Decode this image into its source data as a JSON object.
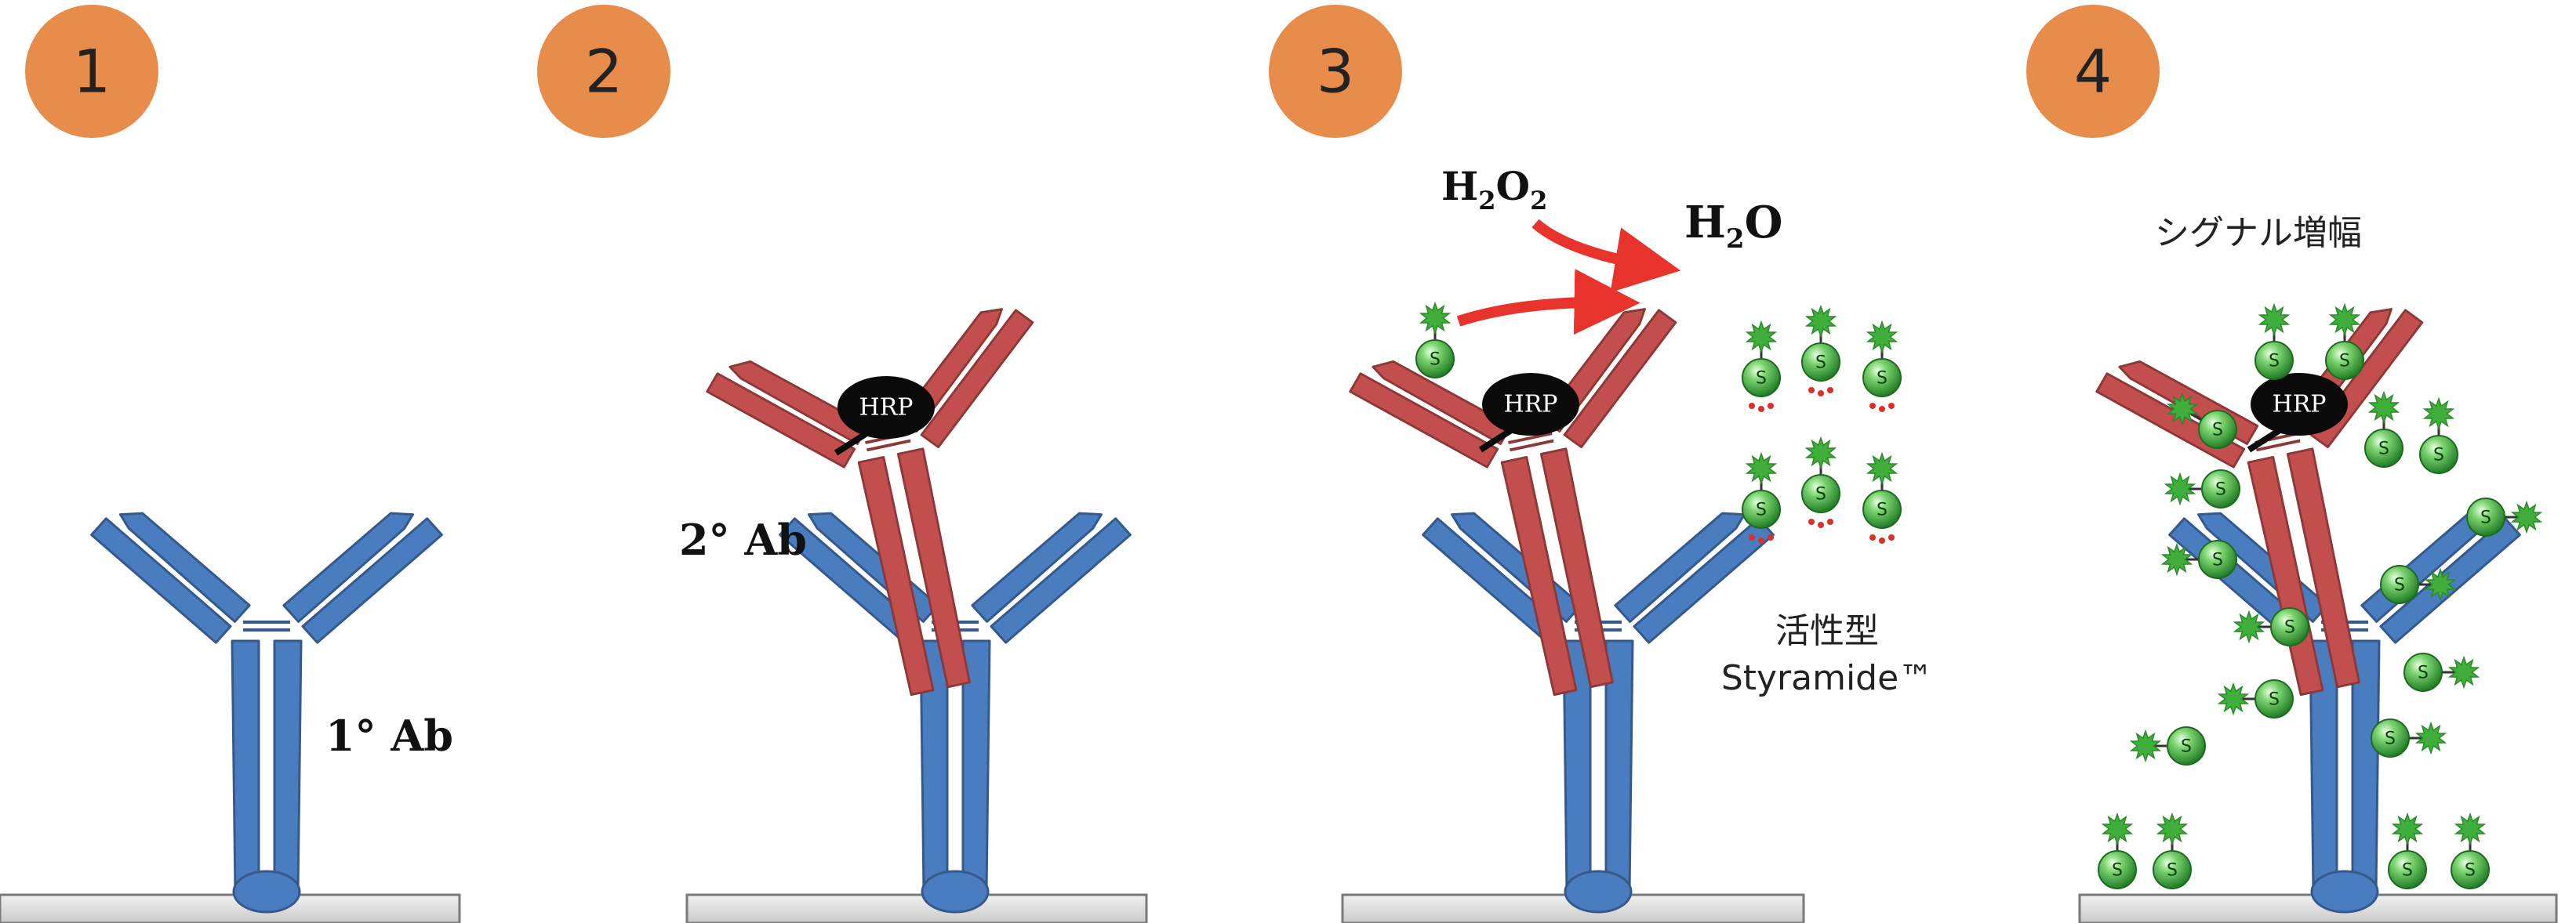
{
  "steps": [
    {
      "number": "1",
      "label": "1° Ab"
    },
    {
      "number": "2",
      "label": "2° Ab"
    },
    {
      "number": "3"
    },
    {
      "number": "4",
      "title": "シグナル増幅"
    }
  ],
  "reaction": {
    "reactant": {
      "base": "H",
      "sub1": "2",
      "mid": "O",
      "sub2": "2"
    },
    "product": {
      "base": "H",
      "sub1": "2",
      "mid": "O"
    }
  },
  "enzyme_label": "HRP",
  "tyramide_symbol": "S",
  "activated_label_line1": "活性型",
  "activated_label_line2": "Styramide™",
  "colors": {
    "step_badge": "#E78C4B",
    "primary_antibody": "#4A7CC0",
    "secondary_antibody": "#C34E4E",
    "enzyme": "#0a0a0a",
    "tyramide_ball": "#2f9e2f",
    "fluor_star": "#3fae3a",
    "arrow": "#E8322C",
    "radical_dot": "#d8302a",
    "surface": "#d9d9d9"
  }
}
